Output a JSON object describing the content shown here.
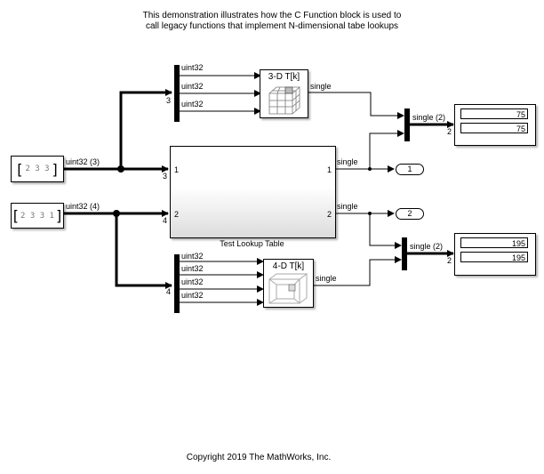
{
  "description": {
    "line1": "This demonstration illustrates how the C Function block is used to",
    "line2": "call legacy functions that implement N-dimensional tabe lookups"
  },
  "copyright": "Copyright 2019 The MathWorks, Inc.",
  "constants": [
    {
      "name": "constant-1",
      "values": "2  3  3",
      "signal_label": "uint32 (3)"
    },
    {
      "name": "constant-2",
      "values": "2  3  3  1",
      "signal_label": "uint32 (4)"
    }
  ],
  "demux_3d": {
    "width": "3",
    "outputs": [
      "uint32",
      "uint32",
      "uint32"
    ]
  },
  "demux_4d": {
    "width": "4",
    "outputs": [
      "uint32",
      "uint32",
      "uint32",
      "uint32"
    ]
  },
  "lut_3d": {
    "title": "3-D T[k]",
    "output": "single",
    "icon": "cube-grid-icon"
  },
  "lut_4d": {
    "title": "4-D T[k]",
    "output": "single",
    "icon": "hypercube-icon"
  },
  "subsystem": {
    "name": "Test Lookup Table",
    "in_ports": [
      "1",
      "2"
    ],
    "out_ports": [
      "1",
      "2"
    ],
    "in_widths": [
      "3",
      "4"
    ],
    "out_labels": [
      "single",
      "single"
    ]
  },
  "outports": [
    "1",
    "2"
  ],
  "mux_top": {
    "label": "single (2)",
    "width": "2"
  },
  "mux_bottom": {
    "label": "single (2)",
    "width": "2"
  },
  "display_top": {
    "values": [
      "75",
      "75"
    ]
  },
  "display_bottom": {
    "values": [
      "195",
      "195"
    ]
  }
}
